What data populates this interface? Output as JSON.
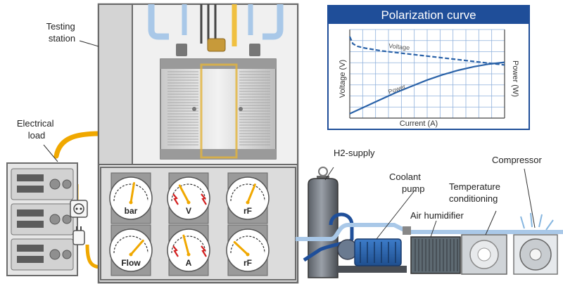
{
  "labels": {
    "testing_station": [
      "Testing",
      "station"
    ],
    "electrical_load": [
      "Electrical",
      "load"
    ],
    "h2_supply": "H2-supply",
    "coolant_pump": [
      "Coolant",
      "pump"
    ],
    "air_humidifier": "Air humidifier",
    "temperature_conditioning": [
      "Temperature",
      "conditioning"
    ],
    "compressor": "Compressor"
  },
  "gauges": [
    {
      "label": "bar",
      "reading": 0.55
    },
    {
      "label": "V",
      "reading": 0.35
    },
    {
      "label": "rF",
      "reading": 0.62
    },
    {
      "label": "Flow",
      "reading": 0.72
    },
    {
      "label": "A",
      "reading": 0.42
    },
    {
      "label": "rF",
      "reading": 0.25
    }
  ],
  "colors": {
    "cable": "#f0a800",
    "coolant_pipe": "#a9c8e8",
    "h2_pipe": "#1f4f9a",
    "chart_line": "#2a62a8",
    "chart_header": "#1f4e99",
    "frame": "#6b6b6b",
    "station_fill": "#e8e8e8"
  },
  "chart_data": {
    "type": "line",
    "title": "Polarization curve",
    "xlabel": "Current (A)",
    "ylabel": "Voltage (V)",
    "ylabel_right": "Power (W)",
    "xlim": [
      0,
      1
    ],
    "ylim": [
      0,
      1
    ],
    "grid": true,
    "series": [
      {
        "name": "Voltage",
        "style": "dashed",
        "x": [
          0.0,
          0.02,
          0.05,
          0.1,
          0.2,
          0.3,
          0.4,
          0.5,
          0.6,
          0.7,
          0.8,
          0.9,
          1.0
        ],
        "y": [
          0.92,
          0.84,
          0.81,
          0.79,
          0.76,
          0.74,
          0.72,
          0.7,
          0.68,
          0.66,
          0.64,
          0.62,
          0.6
        ]
      },
      {
        "name": "Power",
        "style": "solid",
        "x": [
          0.0,
          0.1,
          0.2,
          0.3,
          0.4,
          0.5,
          0.6,
          0.7,
          0.8,
          0.9,
          1.0
        ],
        "y": [
          0.05,
          0.13,
          0.21,
          0.29,
          0.36,
          0.43,
          0.49,
          0.54,
          0.58,
          0.61,
          0.63
        ]
      }
    ]
  }
}
